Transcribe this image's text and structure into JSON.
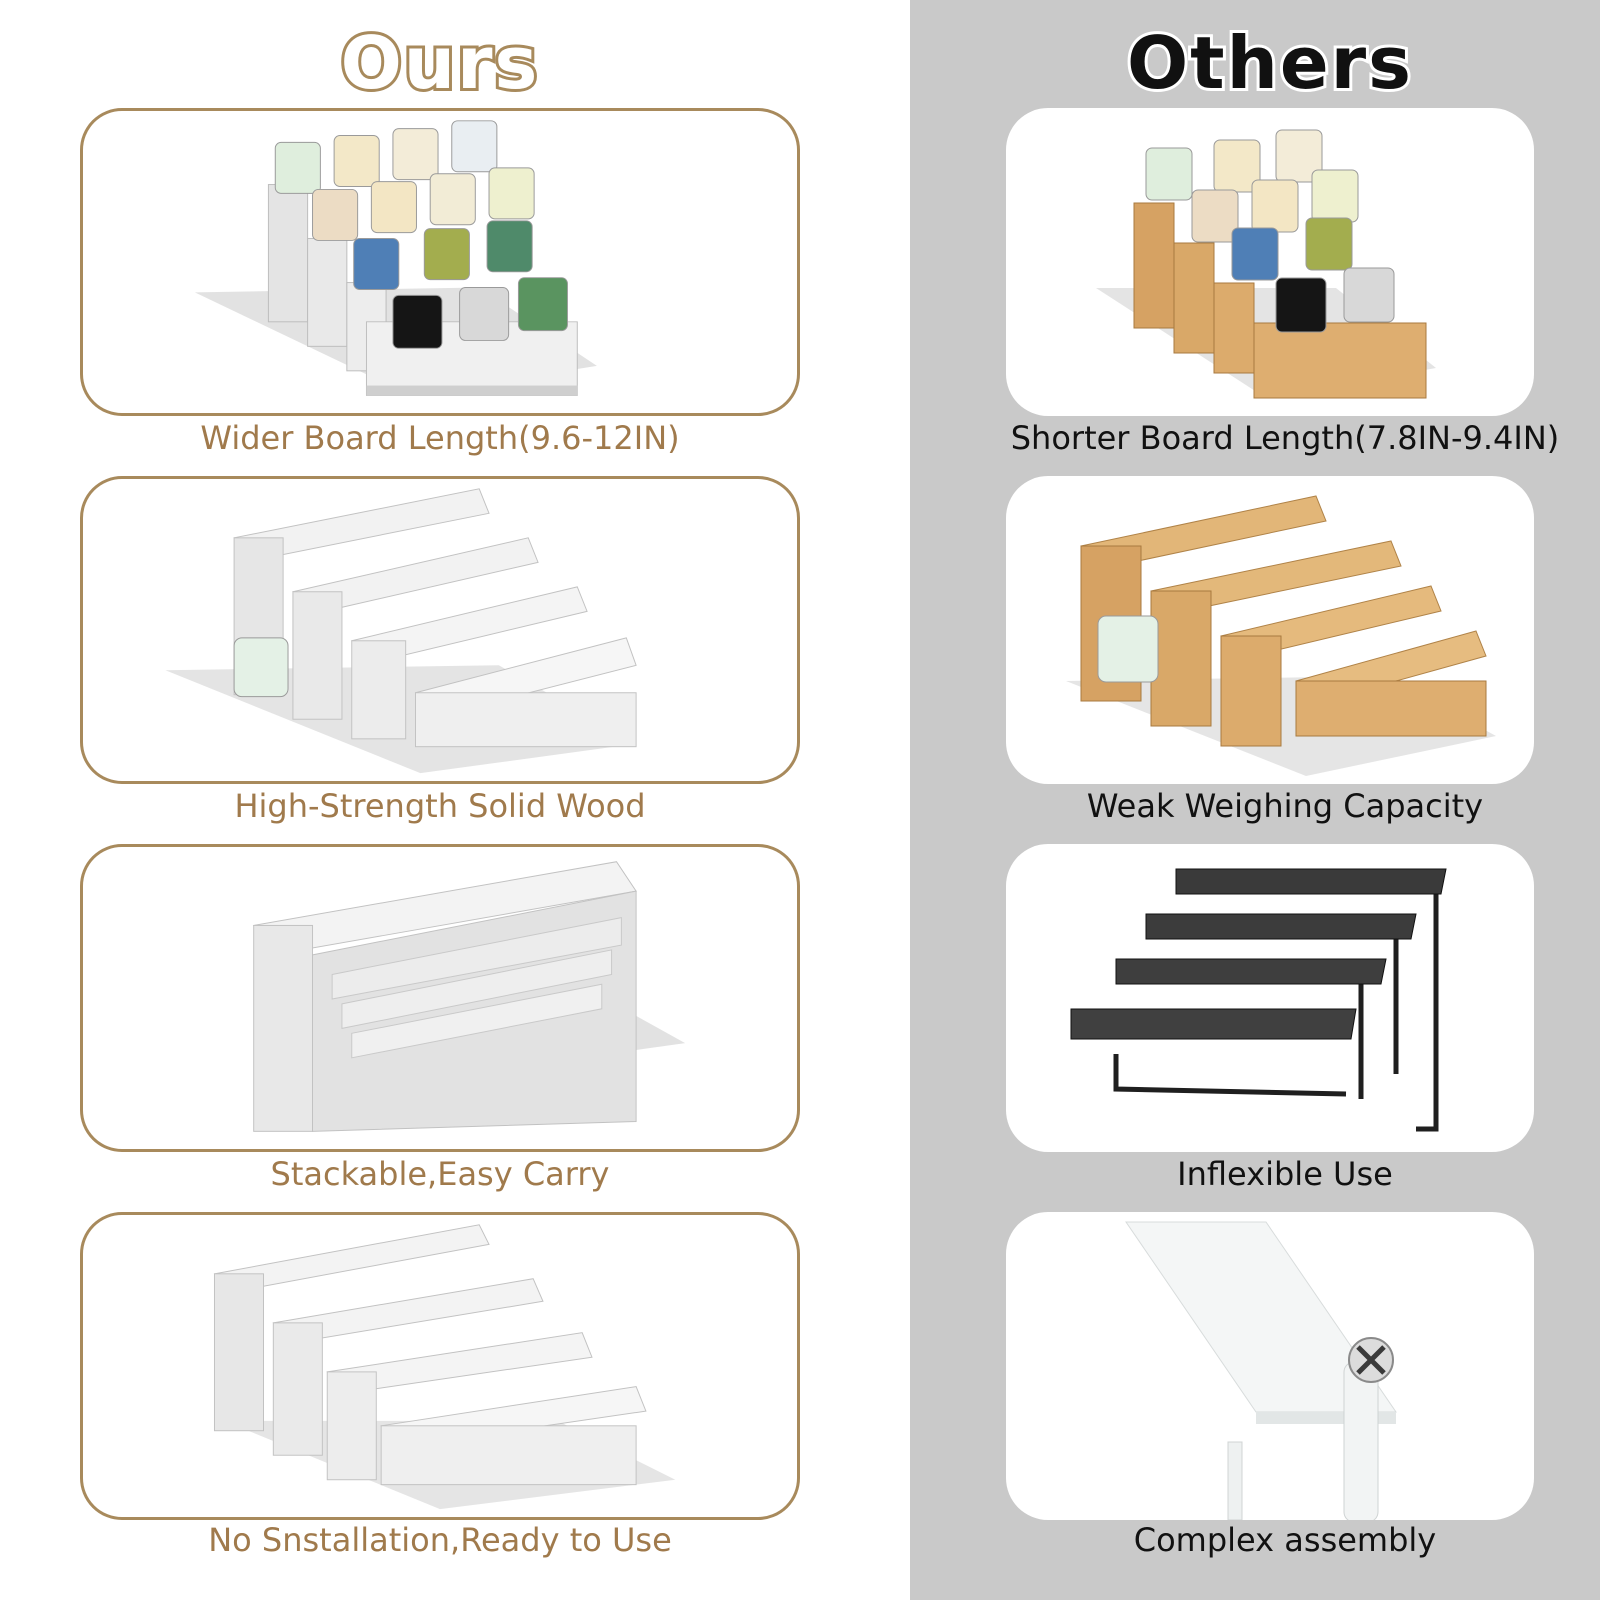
{
  "headings": {
    "ours": "Ours",
    "others": "Others"
  },
  "ours": {
    "captions": [
      "Wider Board Length(9.6-12IN)",
      "High-Strength Solid Wood",
      "Stackable,Easy Carry",
      "No Snstallation,Ready to Use"
    ]
  },
  "others": {
    "captions": [
      "Shorter Board Length(7.8IN-9.4IN)",
      "Weak Weighing Capacity",
      "Inflexible Use",
      "Complex assembly"
    ]
  },
  "colors": {
    "gold": "#a88a5c",
    "caption_gold": "#a07a4c",
    "right_panel": "#c9c9c9",
    "white_wood": "#e6e6e6",
    "bamboo": "#d9a765",
    "black_metal": "#2a2a2a"
  }
}
